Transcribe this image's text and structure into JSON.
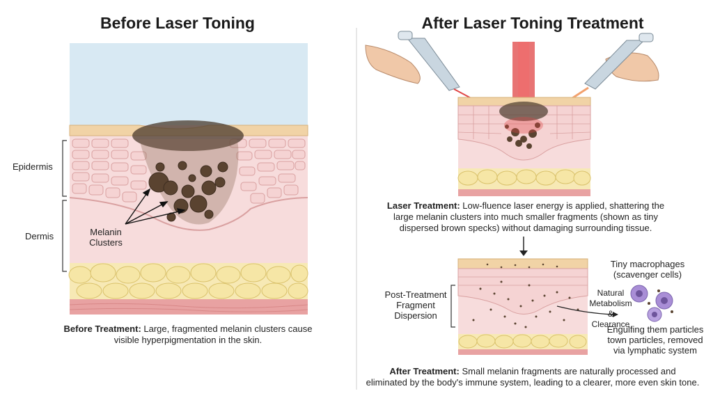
{
  "left": {
    "title": "Before Laser Toning",
    "labels": {
      "epidermis": "Epidermis",
      "dermis": "Dermis",
      "melanin_line1": "Melanin",
      "melanin_line2": "Clusters"
    },
    "caption": {
      "bold": "Before Treatment:",
      "text_line1": " Large, fragmented melanin clusters cause",
      "text_line2": "visible hyperpigmentation in the skin."
    }
  },
  "right": {
    "title": "After Laser Toning Treatment",
    "laser_caption": {
      "bold": "Laser Treatment:",
      "line1": " Low-fluence laser energy is applied, shattering the",
      "line2": "large melanin clusters into much smaller fragments (shown as tiny",
      "line3": "dispersed brown specks) without damaging surrounding tissue."
    },
    "post_label": {
      "line1": "Post-Treatment",
      "line2": "Fragment",
      "line3": "Dispersion"
    },
    "macrophage_label": {
      "line1": "Tiny macrophages",
      "line2": "(scavenger cells)"
    },
    "metabolism_label": {
      "line1": "Natural",
      "line2": "Metabolism",
      "line3": "& Clearance"
    },
    "engulf_label": {
      "line1": "Engulfing them particles",
      "line2": "town particles, removed",
      "line3": "via lymphatic system"
    },
    "after_caption": {
      "bold": "After Treatment:",
      "line1": " Small melanin fragments are naturally processed and",
      "line2": "eliminated by the body's immune system, leading to a clearer, more even skin tone."
    }
  },
  "colors": {
    "sky": "#d8e9f3",
    "dermis": "#f7dcdc",
    "epidermis": "#f4cfcf",
    "cell_border": "#d9a0a0",
    "fat": "#f6e6a6",
    "fat_border": "#d9c16a",
    "muscle": "#e8a2a2",
    "melanin": "#5a4330",
    "laser": "#e04545",
    "macrophage": "#a98ed6"
  },
  "icons": [
    "laser-handpiece-icon",
    "hand-icon",
    "arrow-down-icon",
    "macrophage-icon"
  ]
}
